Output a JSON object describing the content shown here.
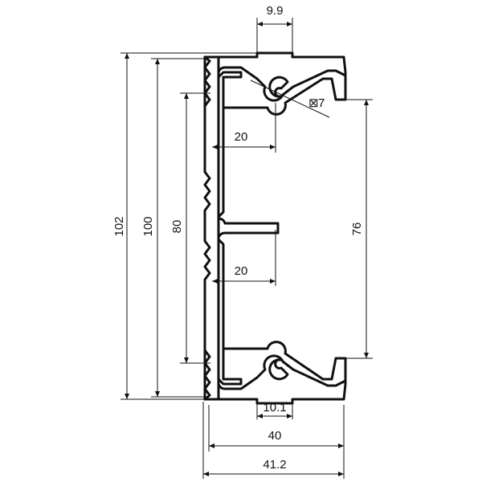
{
  "drawing": {
    "line_color": "#111111",
    "background": "#ffffff",
    "dimensions": {
      "top_slot_width": "9.9",
      "bottom_slot_width": "10.1",
      "hole_symbol": "⊠",
      "hole_diameter": "7",
      "upper_depth": "20",
      "lower_depth": "20",
      "total_height": "102",
      "outer_height": "100",
      "groove_height": "80",
      "inner_gap": "76",
      "width": "40",
      "total_width": "41.2"
    }
  }
}
